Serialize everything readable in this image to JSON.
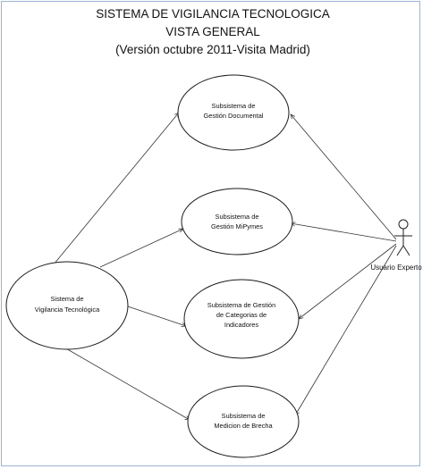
{
  "title": {
    "line1": "SISTEMA DE VIGILANCIA TECNOLOGICA",
    "line2": "VISTA GENERAL",
    "line3": "(Versión octubre 2011-Visita Madrid)"
  },
  "system": {
    "label_line1": "Sistema de",
    "label_line2": "Vigilancia Tecnológica"
  },
  "subsystems": [
    {
      "line1": "Subsistema de",
      "line2": "Gestión Documental",
      "line3": "",
      "line4": ""
    },
    {
      "line1": "Subsistema de",
      "line2": "Gestión MiPymes",
      "line3": "",
      "line4": ""
    },
    {
      "line1": "Subsistema de Gestión",
      "line2": "de Categorias de",
      "line3": "Indicadores",
      "line4": ""
    },
    {
      "line1": "Subsistema de",
      "line2": "Medicion de Brecha",
      "line3": "",
      "line4": ""
    }
  ],
  "actor": {
    "label": "Usuario Experto"
  }
}
